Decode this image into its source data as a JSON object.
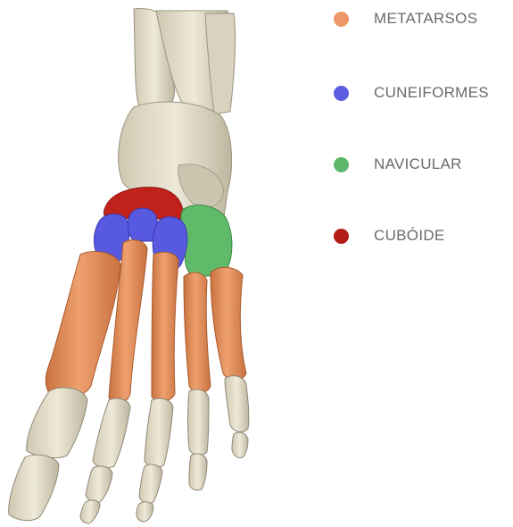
{
  "legend": {
    "items": [
      {
        "label": "METATARSOS",
        "color": "#ec9868"
      },
      {
        "label": "CUNEIFORMES",
        "color": "#5b5ce0"
      },
      {
        "label": "NAVICULAR",
        "color": "#5cb86a"
      },
      {
        "label": "CUBÓIDE",
        "color": "#b31e16"
      }
    ]
  },
  "colors": {
    "bone": "#e6e0cd",
    "bone_shadow": "#b9b29d",
    "bone_outline": "#8f8876",
    "metatarsal": "#e58f5c",
    "metatarsal_shadow": "#b9683d",
    "cuneiform": "#5759e0",
    "navicular": "#5fba6a",
    "cuboid": "#c0221b"
  }
}
